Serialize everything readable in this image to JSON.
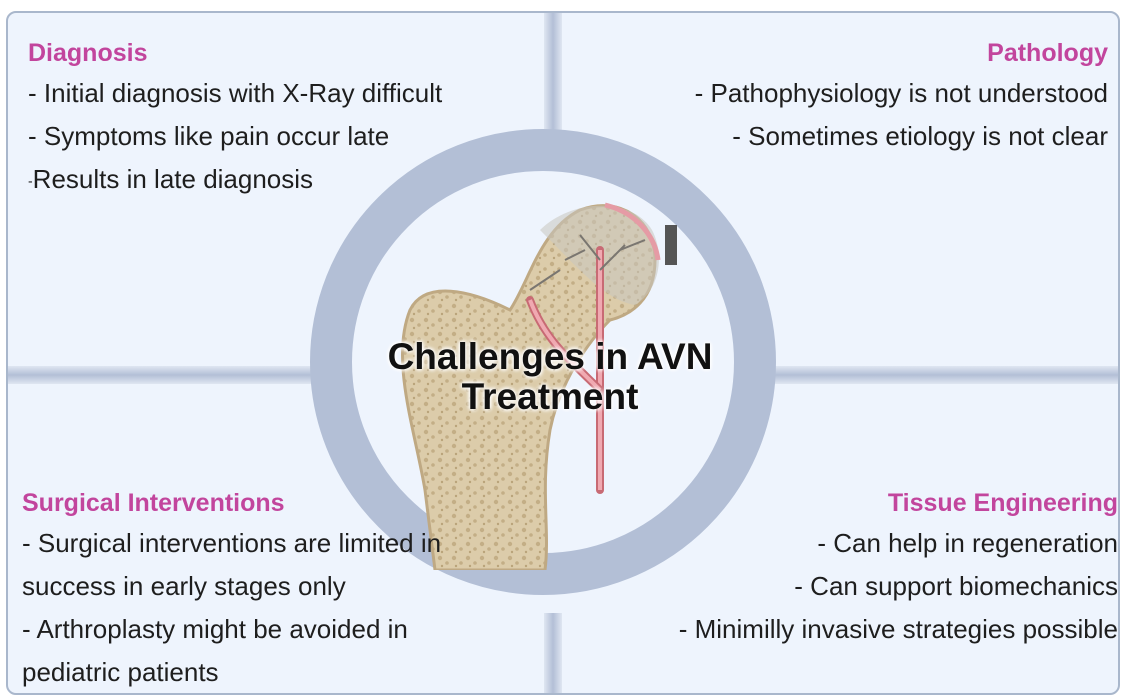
{
  "title": "Challenges in AVN Treatment",
  "colors": {
    "heading": "#c2459d",
    "background": "#eef4fd",
    "ring": "#b3bfd6",
    "bone": "#d6c7a4",
    "vessel": "#e58a93"
  },
  "sections": {
    "diagnosis": {
      "heading": "Diagnosis",
      "lines": [
        "- Initial diagnosis with X-Ray difficult",
        "- Symptoms like pain occur late",
        "Results in late diagnosis"
      ]
    },
    "pathology": {
      "heading": "Pathology",
      "lines": [
        "- Pathophysiology is not understood",
        "- Sometimes etiology is not clear"
      ]
    },
    "surgical": {
      "heading": "Surgical Interventions",
      "lines": [
        "- Surgical interventions are limited in",
        "success in early stages only",
        "- Arthroplasty might be avoided in",
        "pediatric patients"
      ]
    },
    "tissue": {
      "heading": "Tissue Engineering",
      "lines": [
        "- Can help in regeneration",
        "- Can support biomechanics",
        "- Minimilly invasive strategies possible"
      ]
    }
  },
  "illustration": "femur-bone-with-blood-vessels"
}
